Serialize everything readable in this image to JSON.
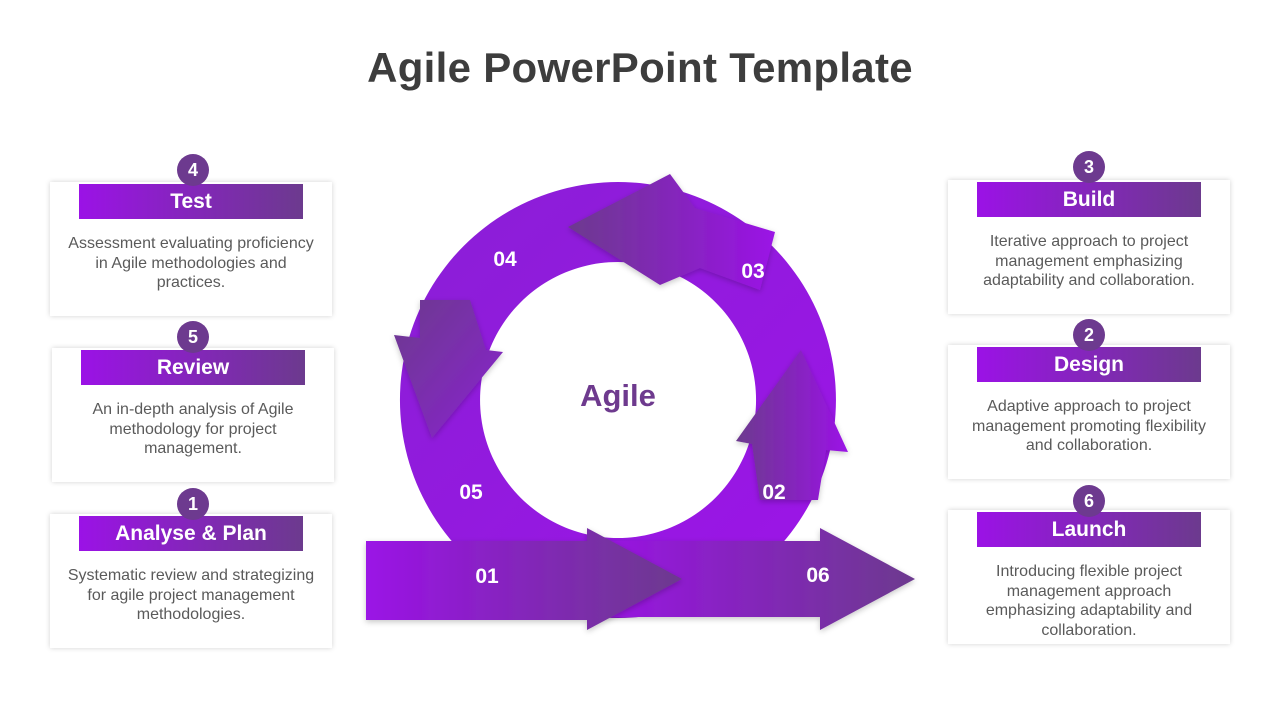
{
  "title": "Agile PowerPoint Template",
  "center_label": "Agile",
  "colors": {
    "accent_start": "#9b12e6",
    "accent_end": "#6c3a8e",
    "badge": "#6d3a8f",
    "title": "#3d3d3d",
    "text": "#5a5a5a"
  },
  "diagram": {
    "arrow_numbers": [
      "01",
      "02",
      "03",
      "04",
      "05",
      "06"
    ]
  },
  "steps": {
    "test": {
      "badge": "4",
      "title": "Test",
      "description": "Assessment evaluating proficiency in Agile methodologies and practices."
    },
    "review": {
      "badge": "5",
      "title": "Review",
      "description": "An in-depth analysis of Agile methodology for project management."
    },
    "analyse": {
      "badge": "1",
      "title": "Analyse & Plan",
      "description": "Systematic review and strategizing for agile project management methodologies."
    },
    "build": {
      "badge": "3",
      "title": "Build",
      "description": "Iterative approach to project management emphasizing adaptability and collaboration."
    },
    "design": {
      "badge": "2",
      "title": "Design",
      "description": "Adaptive approach to project management promoting flexibility and collaboration."
    },
    "launch": {
      "badge": "6",
      "title": "Launch",
      "description": "Introducing flexible project management approach emphasizing adaptability and collaboration."
    }
  }
}
